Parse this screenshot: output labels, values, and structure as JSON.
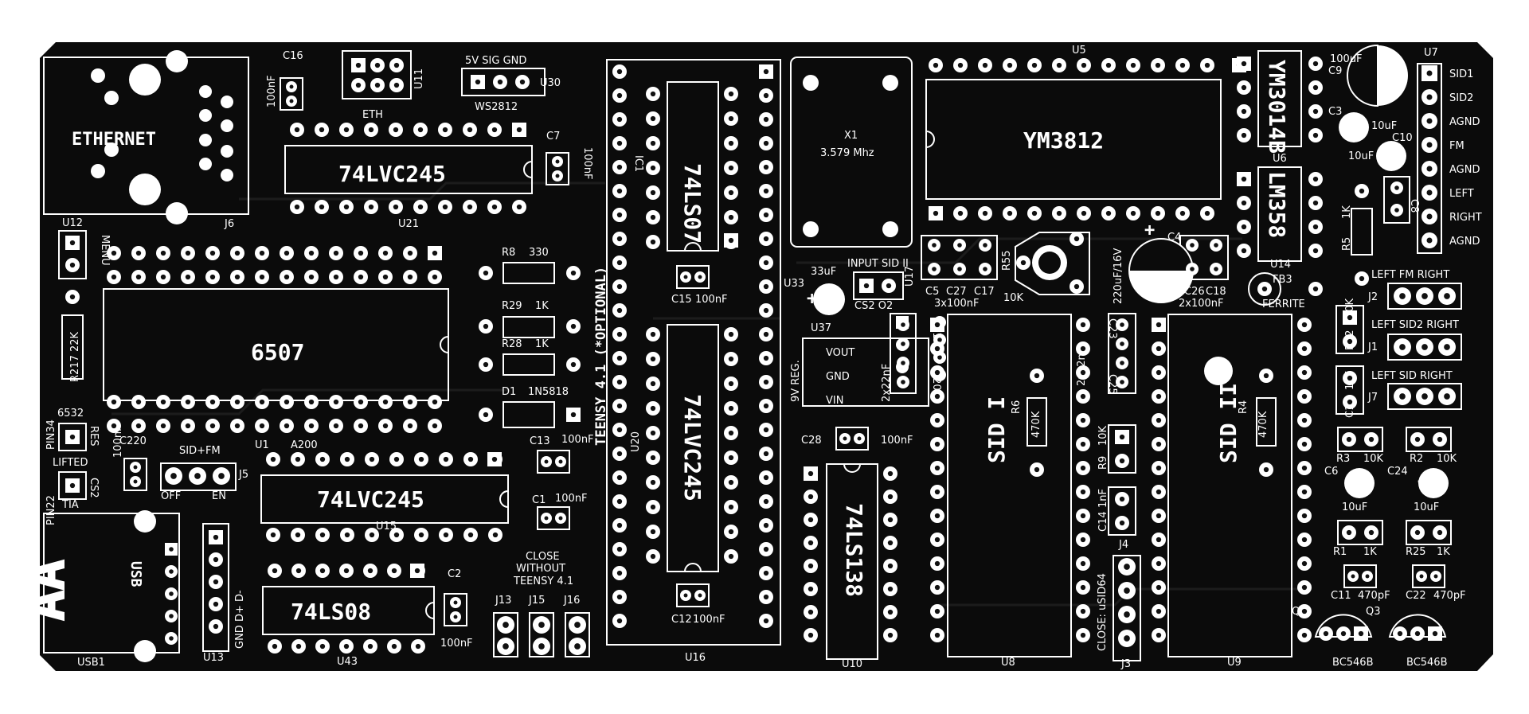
{
  "board": {
    "colors": {
      "board": "#0b0b0b",
      "silk": "#ffffff",
      "pad": "#e9e9e9",
      "trace": "#1a1a1a"
    },
    "chips": {
      "u21": "74LVC245",
      "u1": "6507",
      "u15": "74LVC245",
      "u43": "74LS08",
      "u16_top": "74LS07",
      "u16_bottom": "74LVC245",
      "u10": "74LS138",
      "u5": "YM3812",
      "u6": "YM3014B",
      "u14": "LM358",
      "u8": "SID I",
      "u9": "SID II"
    },
    "refs": {
      "u12": "U12",
      "j6": "J6",
      "c16": "C16",
      "u11": "U11",
      "u30": "U30",
      "u21": "U21",
      "c7": "C7",
      "u1": "U1",
      "a200": "A200",
      "r8": "R8",
      "r29": "R29",
      "r28": "R28",
      "d1": "D1",
      "c220": "C220",
      "j5": "J5",
      "c13": "C13",
      "c1": "C1",
      "u15": "U15",
      "u13": "U13",
      "u43": "U43",
      "c2": "C2",
      "usb1": "USB1",
      "j13": "J13",
      "j15": "J15",
      "j16": "J16",
      "ic1": "IC1",
      "c15": "C15",
      "u20": "U20",
      "c12": "C12",
      "u16": "U16",
      "x1": "X1",
      "u33": "U33",
      "u17": "U17",
      "u37": "U37",
      "c21": "C21",
      "c20": "C20",
      "c28": "C28",
      "u10": "U10",
      "u5": "U5",
      "c5": "C5",
      "c27": "C27",
      "c17": "C17",
      "r55": "R55",
      "c4": "C4",
      "c26": "C26",
      "c18": "C18",
      "u8": "U8",
      "c23": "C23",
      "c25": "C25",
      "r9": "R9",
      "c14": "C14",
      "j4": "J4",
      "j3": "J3",
      "u9": "U9",
      "r6": "R6",
      "r4": "R4",
      "u6": "U6",
      "c9": "C9",
      "c3": "C3",
      "c10": "C10",
      "c8": "C8",
      "r5": "R5",
      "u14": "U14",
      "fb3": "FB3",
      "u7": "U7",
      "j2": "J2",
      "j1": "J1",
      "j7": "J7",
      "r22": "R22",
      "c19": "C19",
      "r3": "R3",
      "r2": "R2",
      "c6": "C6",
      "c24": "C24",
      "r1": "R1",
      "r25": "R25",
      "c11": "C11",
      "c22": "C22",
      "q1": "Q1",
      "q3": "Q3"
    },
    "values": {
      "c16": "100nF",
      "c7": "100nF",
      "r8": "330",
      "r29": "1K",
      "r28": "1K",
      "d1": "1N5818",
      "r217": "R217 22K",
      "c220": "100nF",
      "c13": "100nF",
      "c1": "100nF",
      "c2": "100nF",
      "c15": "100nF",
      "c12": "100nF",
      "x1": "3.579 Mhz",
      "u33": "33uF",
      "c28": "100nF",
      "c4": "220uF/16V",
      "r55": "10K",
      "c5_group": "3x100nF",
      "c26_group": "2x100nF",
      "c21_group": "2x22nF",
      "c23_group": "2x22nF",
      "r9": "10K",
      "c14": "1nF",
      "r6": "470K",
      "r4": "470K",
      "c9": "100uF",
      "c3": "10uF",
      "c10": "10uF",
      "r5": "1K",
      "r22": "10K",
      "c19": "1nF",
      "r3": "10K",
      "r2": "10K",
      "c6": "10uF",
      "c24": "10uF",
      "r1": "1K",
      "r25": "1K",
      "c11": "470pF",
      "c22": "470pF",
      "q1": "BC546B",
      "q3": "BC546B",
      "fb3": "FERRITE"
    },
    "labels": {
      "ethernet": "ETHERNET",
      "eth": "ETH",
      "u30_pins": "5V SIG GND",
      "ws2812": "WS2812",
      "menu": "MENU",
      "teensy": "TEENSY 4.1 (*OPTIONAL)",
      "pin6532": "6532",
      "pin34": "PIN34",
      "res": "RES",
      "lifted": "LIFTED",
      "pin22": "PIN22",
      "cs2": "CS2",
      "tia": "TIA",
      "sidfm": "SID+FM",
      "off": "OFF",
      "en": "EN",
      "usb": "USB",
      "usb_pins": "GND D+ D-",
      "close1": "CLOSE",
      "close2": "WITHOUT",
      "close3": "TEENSY 4.1",
      "input_sid": "INPUT SID II",
      "cs2_o2": "CS2  O2",
      "vout": "VOUT",
      "gnd": "GND",
      "vin": "VIN",
      "reg": "9V REG.",
      "close_usid": "CLOSE: uSID64",
      "u7_pins": [
        "SID1",
        "SID2",
        "AGND",
        "FM",
        "AGND",
        "LEFT",
        "RIGHT",
        "AGND"
      ],
      "j2_hdr": "LEFT  FM  RIGHT",
      "j1_hdr": "LEFT  SID2  RIGHT",
      "j7_hdr": "LEFT  SID  RIGHT"
    }
  }
}
